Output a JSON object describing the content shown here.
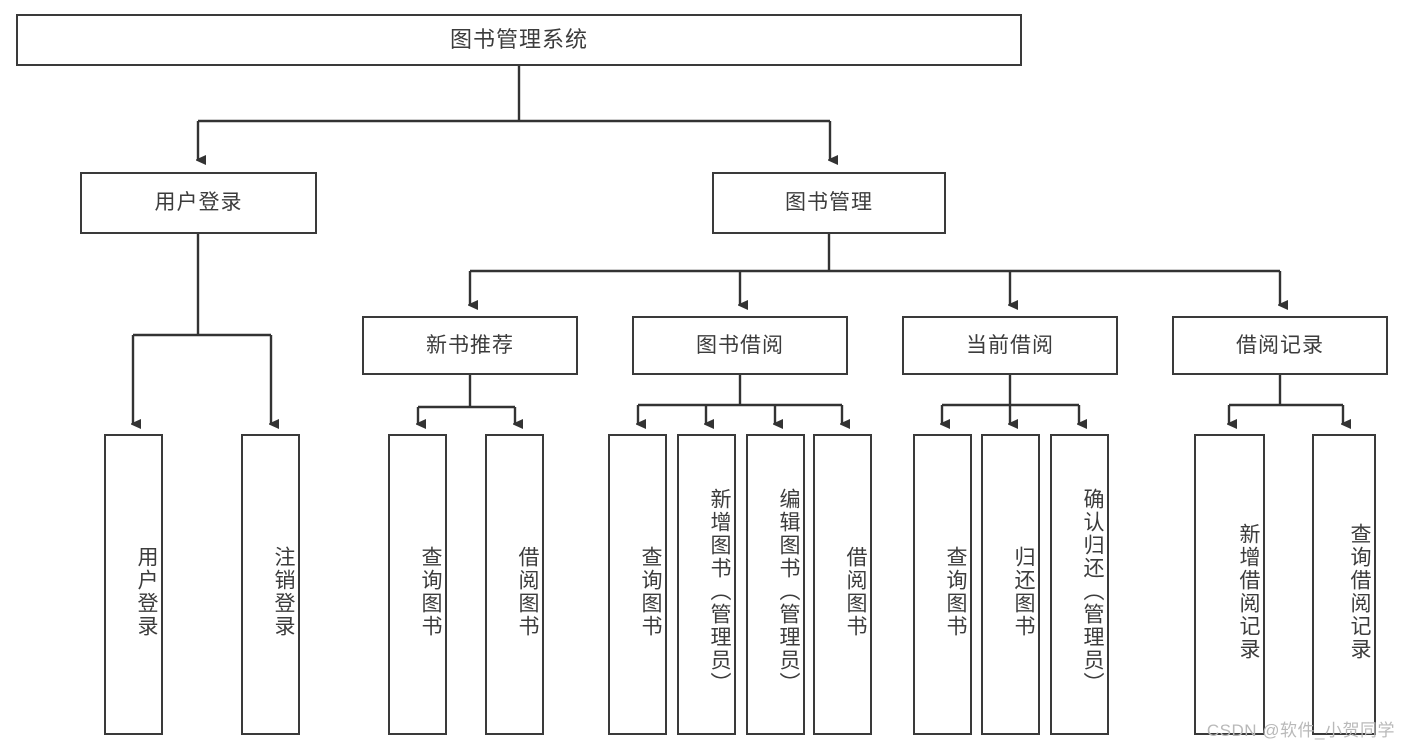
{
  "diagram": {
    "title": "图书管理系统",
    "type": "tree",
    "style": {
      "border_color": "#3a3a3a",
      "text_color": "#3c3c3c",
      "background": "#ffffff",
      "edge_color": "#333333",
      "watermark_color": "#b9b9b9"
    },
    "nodes": {
      "root": {
        "label": "图书管理系统",
        "level": 0
      },
      "level1": [
        {
          "id": "user-login",
          "label": "用户登录"
        },
        {
          "id": "book-management",
          "label": "图书管理"
        }
      ],
      "level2": [
        {
          "id": "new-book-recommend",
          "label": "新书推荐",
          "parent": "book-management"
        },
        {
          "id": "book-borrow",
          "label": "图书借阅",
          "parent": "book-management"
        },
        {
          "id": "current-borrow",
          "label": "当前借阅",
          "parent": "book-management"
        },
        {
          "id": "borrow-record",
          "label": "借阅记录",
          "parent": "book-management"
        }
      ],
      "leaves": [
        {
          "id": "leaf-user-login",
          "label": "用户登录",
          "parent": "user-login"
        },
        {
          "id": "leaf-logout-login",
          "label": "注销登录",
          "parent": "user-login"
        },
        {
          "id": "leaf-query-book-1",
          "label": "查询图书",
          "parent": "new-book-recommend"
        },
        {
          "id": "leaf-borrow-book-1",
          "label": "借阅图书",
          "parent": "new-book-recommend"
        },
        {
          "id": "leaf-query-book-2",
          "label": "查询图书",
          "parent": "book-borrow"
        },
        {
          "id": "leaf-add-book-admin",
          "label": "新增图书（管理员）",
          "parent": "book-borrow"
        },
        {
          "id": "leaf-edit-book-admin",
          "label": "编辑图书（管理员）",
          "parent": "book-borrow"
        },
        {
          "id": "leaf-borrow-book-2",
          "label": "借阅图书",
          "parent": "book-borrow"
        },
        {
          "id": "leaf-query-book-3",
          "label": "查询图书",
          "parent": "current-borrow"
        },
        {
          "id": "leaf-return-book",
          "label": "归还图书",
          "parent": "current-borrow"
        },
        {
          "id": "leaf-confirm-return-admin",
          "label": "确认归还（管理员）",
          "parent": "current-borrow"
        },
        {
          "id": "leaf-add-borrow-record",
          "label": "新增借阅记录",
          "parent": "borrow-record"
        },
        {
          "id": "leaf-query-borrow-record",
          "label": "查询借阅记录",
          "parent": "borrow-record"
        }
      ]
    },
    "watermark": "CSDN @软件_小贺同学"
  }
}
